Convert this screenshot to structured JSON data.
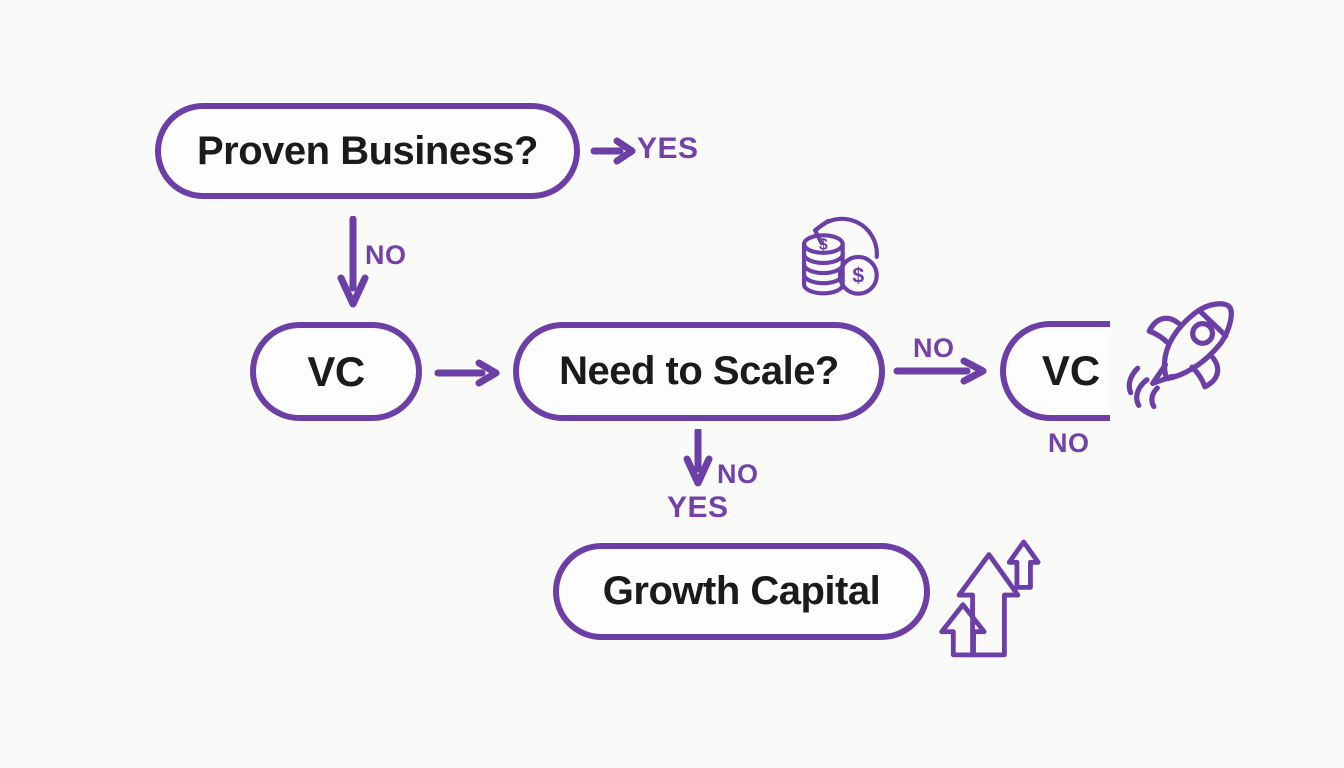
{
  "diagram": {
    "type": "flowchart",
    "topic": "Startup funding decision: VC vs Growth Capital",
    "colors": {
      "background": "#fafaf9",
      "node_border": "#6b3fa6",
      "node_text": "#1b1b1d",
      "edge_label": "#7341a8"
    },
    "nodes": {
      "proven_business": "Proven Business?",
      "vc_left": "VC",
      "need_to_scale": "Need to Scale?",
      "vc_right": "VC",
      "growth_capital": "Growth Capital"
    },
    "labels": {
      "yes_from_proven": "YES",
      "no_from_proven": "NO",
      "no_to_vc_right": "NO",
      "no_under_vc_right": "NO",
      "no_from_scale": "NO",
      "yes_from_scale": "YES"
    },
    "icons": [
      {
        "name": "coins-refresh-icon",
        "meaning": "recurring money / cash flow"
      },
      {
        "name": "rocket-icon",
        "meaning": "startup launch"
      },
      {
        "name": "growth-arrows-icon",
        "meaning": "growth"
      }
    ]
  }
}
